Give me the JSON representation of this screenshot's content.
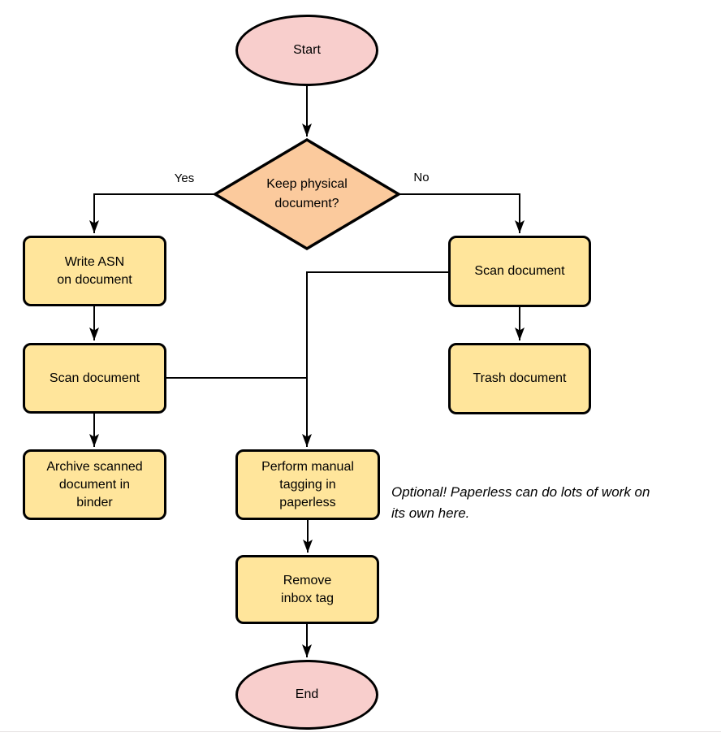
{
  "colors": {
    "terminal_fill": "#f8cecc",
    "process_fill": "#ffe59b",
    "decision_fill": "#fbca9d",
    "stroke": "#000000",
    "text": "#000000"
  },
  "nodes": {
    "start": {
      "type": "terminal",
      "label": "Start"
    },
    "decision": {
      "type": "decision",
      "label": "Keep physical\ndocument?"
    },
    "write_asn": {
      "type": "process",
      "label": "Write ASN\non document"
    },
    "scan_left": {
      "type": "process",
      "label": "Scan document"
    },
    "archive": {
      "type": "process",
      "label": "Archive scanned\ndocument in\nbinder"
    },
    "scan_right": {
      "type": "process",
      "label": "Scan document"
    },
    "trash": {
      "type": "process",
      "label": "Trash document"
    },
    "tagging": {
      "type": "process",
      "label": "Perform manual\ntagging in\npaperless"
    },
    "remove_inbox": {
      "type": "process",
      "label": "Remove\ninbox tag"
    },
    "end": {
      "type": "terminal",
      "label": "End"
    }
  },
  "edge_labels": {
    "yes": "Yes",
    "no": "No"
  },
  "annotation": "Optional! Paperless can do lots of work on\nits own here."
}
